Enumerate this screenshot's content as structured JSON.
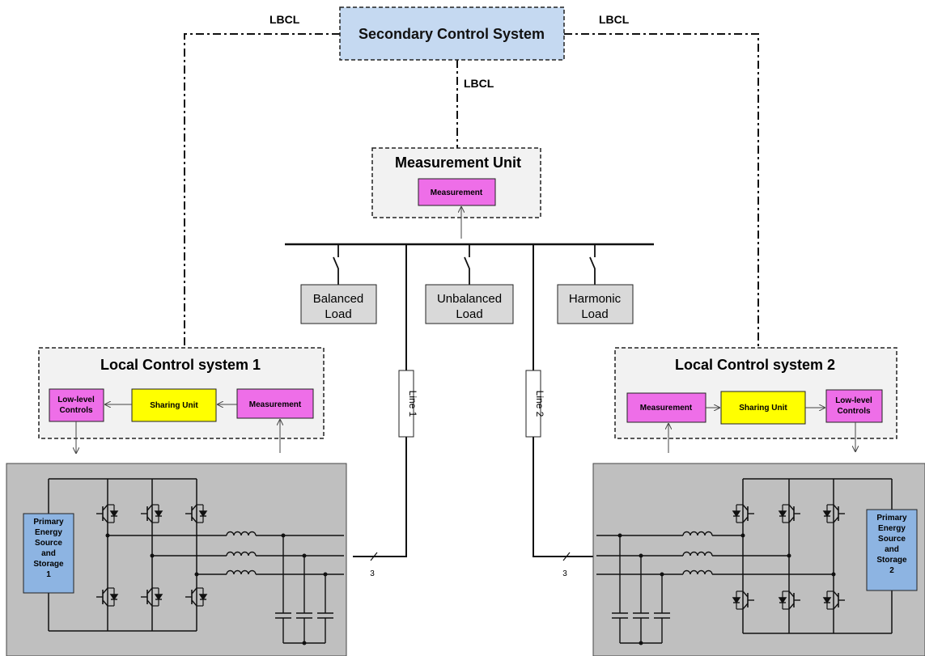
{
  "secondary_control": {
    "title": "Secondary Control System"
  },
  "links": {
    "left": "LBCL",
    "right": "LBCL",
    "center": "LBCL"
  },
  "measurement_unit": {
    "title": "Measurement Unit",
    "block": "Measurement"
  },
  "loads": {
    "balanced": [
      "Balanced",
      "Load"
    ],
    "unbalanced": [
      "Unbalanced",
      "Load"
    ],
    "harmonic": [
      "Harmonic",
      "Load"
    ]
  },
  "lines": {
    "line1": "Line 1",
    "line2": "Line 2"
  },
  "local1": {
    "title": "Local Control system 1",
    "low_level": [
      "Low-level",
      "Controls"
    ],
    "sharing": "Sharing Unit",
    "measurement": "Measurement"
  },
  "local2": {
    "title": "Local Control system 2",
    "low_level": [
      "Low-level",
      "Controls"
    ],
    "sharing": "Sharing Unit",
    "measurement": "Measurement"
  },
  "source1": [
    "Primary",
    "Energy",
    "Source",
    "and",
    "Storage",
    "1"
  ],
  "source2": [
    "Primary",
    "Energy",
    "Source",
    "and",
    "Storage",
    "2"
  ],
  "phase_count": {
    "left": "3",
    "right": "3"
  },
  "colors": {
    "secondary_fill": "#c5d9f1",
    "panel_fill": "#f2f2f2",
    "magenta": "#ee6ee8",
    "yellow": "#ffff00",
    "load_fill": "#d9d9d9",
    "converter_bg": "#bfbfbf",
    "source_fill": "#8db4e2"
  }
}
